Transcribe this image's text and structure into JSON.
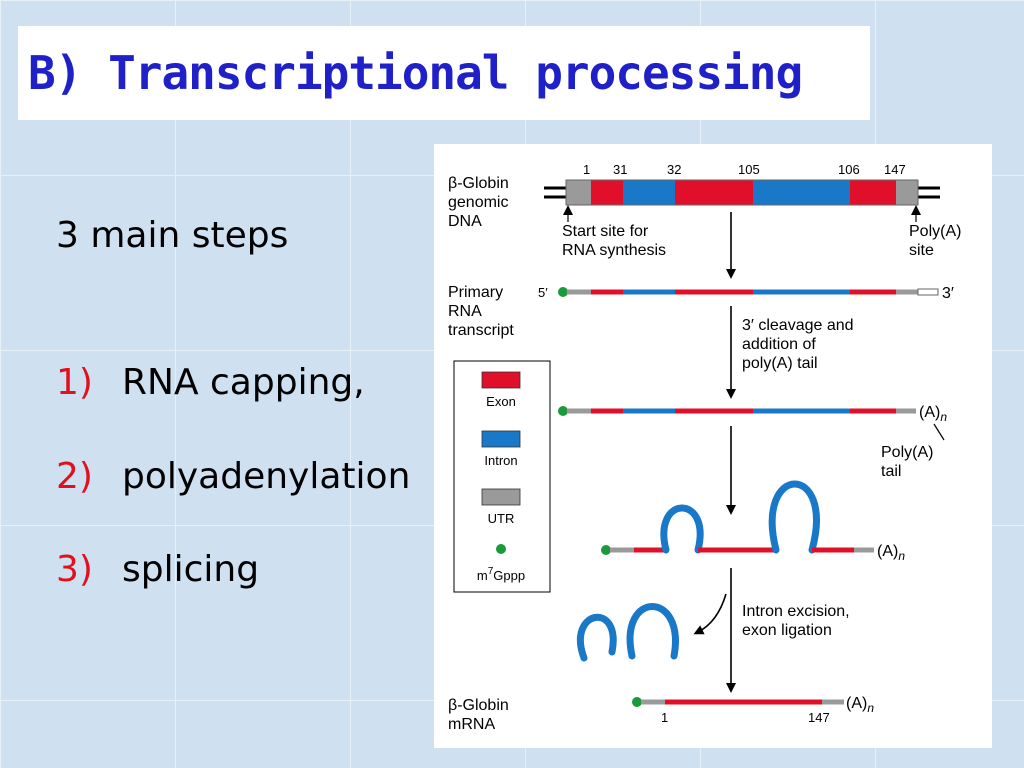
{
  "slide": {
    "title": "B) Transcriptional processing",
    "intro": "3 main steps",
    "steps": [
      {
        "num": "1)",
        "text": "RNA capping,"
      },
      {
        "num": "2)",
        "text": "polyadenylation"
      },
      {
        "num": "3)",
        "text": "splicing"
      }
    ]
  },
  "diagram": {
    "gene_label": [
      "β-Globin",
      "genomic",
      "DNA"
    ],
    "positions": [
      "1",
      "31",
      "32",
      "105",
      "106",
      "147"
    ],
    "start_label": [
      "Start site for",
      "RNA synthesis"
    ],
    "polya_site_label": [
      "Poly(A)",
      "site"
    ],
    "primary_label": [
      "Primary",
      "RNA",
      "transcript"
    ],
    "five_prime": "5′",
    "three_prime": "3′",
    "cleavage_label": [
      "3′ cleavage and",
      "addition of",
      "poly(A) tail"
    ],
    "polya_tail_label": [
      "Poly(A)",
      "tail"
    ],
    "an_label": "(A)",
    "an_sub": "n",
    "excision_label": [
      "Intron excision,",
      "exon ligation"
    ],
    "mrna_label": [
      "β-Globin",
      "mRNA"
    ],
    "mrna_positions": [
      "1",
      "147"
    ],
    "legend": {
      "exon": "Exon",
      "intron": "Intron",
      "utr": "UTR",
      "cap_prefix": "m",
      "cap_sup": "7",
      "cap_suffix": "Gppp"
    },
    "colors": {
      "exon": "#e0102a",
      "intron": "#1a78c8",
      "utr": "#9a9a9a",
      "cap": "#1a9a3a",
      "title": "#2020c8",
      "step_number": "#e0101c"
    }
  }
}
